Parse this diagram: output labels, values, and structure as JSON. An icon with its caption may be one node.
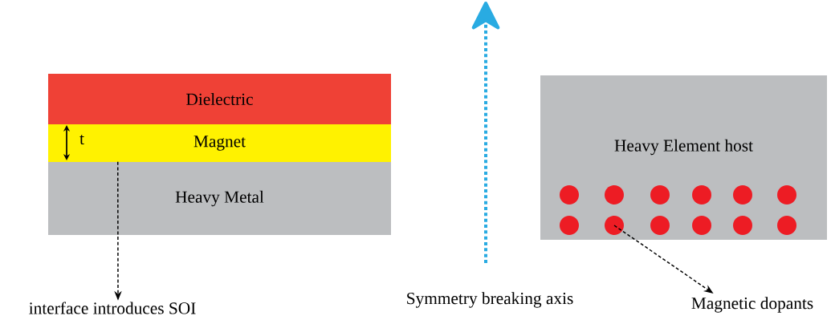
{
  "diagram": {
    "nodes": [
      {
        "text": [
          "Dielectric"
        ]
      },
      {
        "text": [
          "Magnet"
        ]
      },
      {
        "text": [
          "Heavy Metal"
        ]
      },
      {
        "text": [
          "interface introduces SOI"
        ]
      },
      {
        "text": [
          "Heavy Element host"
        ]
      },
      {
        "text": [],
        "shape": "circle",
        "in": 4
      },
      {
        "text": [],
        "shape": "circle",
        "in": 4
      },
      {
        "text": [],
        "shape": "circle",
        "in": 4
      },
      {
        "text": [],
        "shape": "circle",
        "in": 4
      },
      {
        "text": [],
        "shape": "circle",
        "in": 4
      },
      {
        "text": [],
        "shape": "circle",
        "in": 4
      },
      {
        "text": [],
        "shape": "circle",
        "in": 4
      },
      {
        "text": [],
        "shape": "circle",
        "in": 4
      },
      {
        "text": [],
        "shape": "circle",
        "in": 4
      },
      {
        "text": [],
        "shape": "circle",
        "in": 4
      },
      {
        "text": [],
        "shape": "circle",
        "in": 4
      },
      {
        "text": [],
        "shape": "circle",
        "in": 4
      },
      {
        "text": [
          "Magnetic dopants"
        ]
      }
    ],
    "edges": [
      {
        "from": 2,
        "to": 3,
        "arrow": "to",
        "style": "dashed"
      },
      {
        "from": 12,
        "to": 17,
        "arrow": "to",
        "style": "dashed"
      }
    ],
    "labels": [
      "t",
      "Symmetry breaking axis"
    ]
  }
}
